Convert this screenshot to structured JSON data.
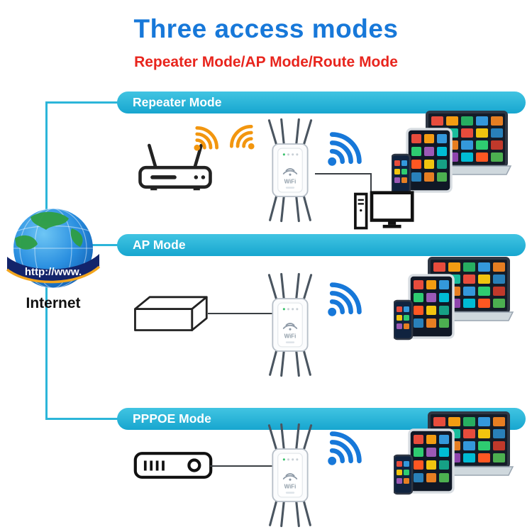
{
  "header": {
    "title": "Three access modes",
    "subtitle": "Repeater Mode/AP Mode/Route Mode"
  },
  "internet": {
    "label": "Internet",
    "globe_banner": "http://www."
  },
  "sections": [
    {
      "label": "Repeater Mode"
    },
    {
      "label": "AP Mode"
    },
    {
      "label": "PPPOE Mode"
    }
  ],
  "repeater": {
    "brand_text": "WiFi"
  },
  "icons": [
    "globe-icon",
    "router-icon",
    "repeater-device-icon",
    "wifi-signal-icon",
    "devices-cluster-icon",
    "desktop-pc-icon",
    "modem-box-icon",
    "modem-pppoe-icon"
  ],
  "colors": {
    "title_blue": "#1778d9",
    "subtitle_red": "#e8251d",
    "pill_cyan": "#17a6cf",
    "connector_cyan": "#2cb5d9",
    "wifi_orange": "#f2960f",
    "wifi_blue": "#1778d9",
    "banner_navy": "#13246b",
    "banner_gold": "#f2a51d"
  }
}
